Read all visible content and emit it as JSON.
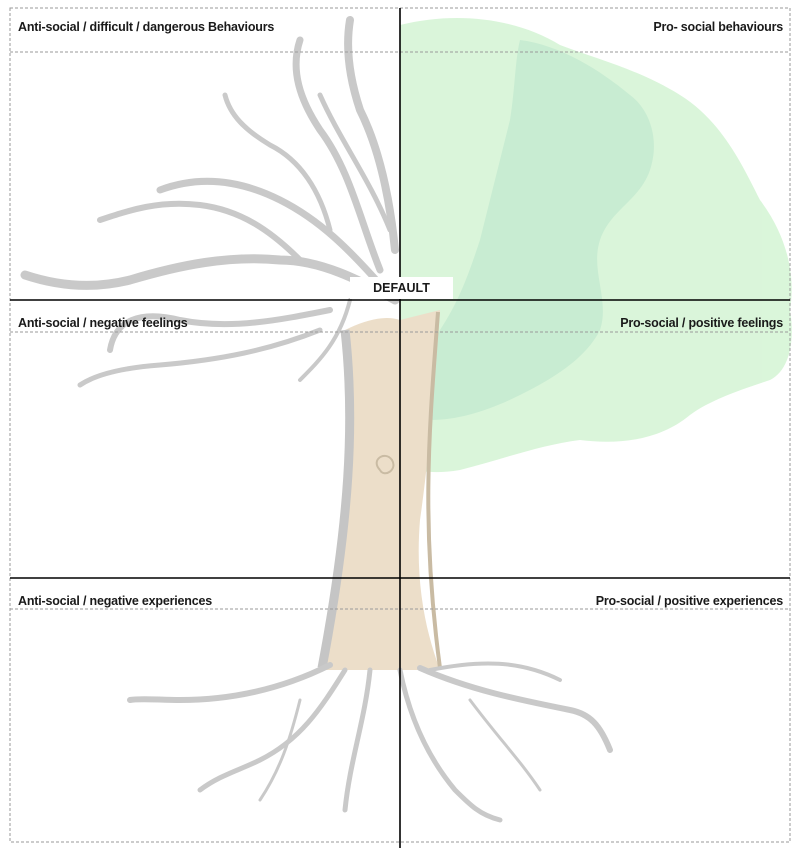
{
  "quadrants": {
    "top_left": "Anti-social / difficult / dangerous Behaviours",
    "top_right": "Pro- social behaviours",
    "middle_left": "Anti-social / negative feelings",
    "middle_right": "Pro-social / positive feelings",
    "bottom_left": "Anti-social / negative experiences",
    "bottom_right": "Pro-social / positive experiences"
  },
  "center_label": "DEFAULT",
  "colors": {
    "dead_branches": "#c4c4c4",
    "trunk": "#eadbc4",
    "foliage_light": "#d6f5d6",
    "foliage_dark": "#bfe8cc",
    "grid_line": "#000000",
    "dashed_line": "#9a9a9a"
  },
  "illustration": {
    "left_half": "bare-tree-icon",
    "right_half": "leafy-tree-icon",
    "bottom": "roots-icon"
  }
}
